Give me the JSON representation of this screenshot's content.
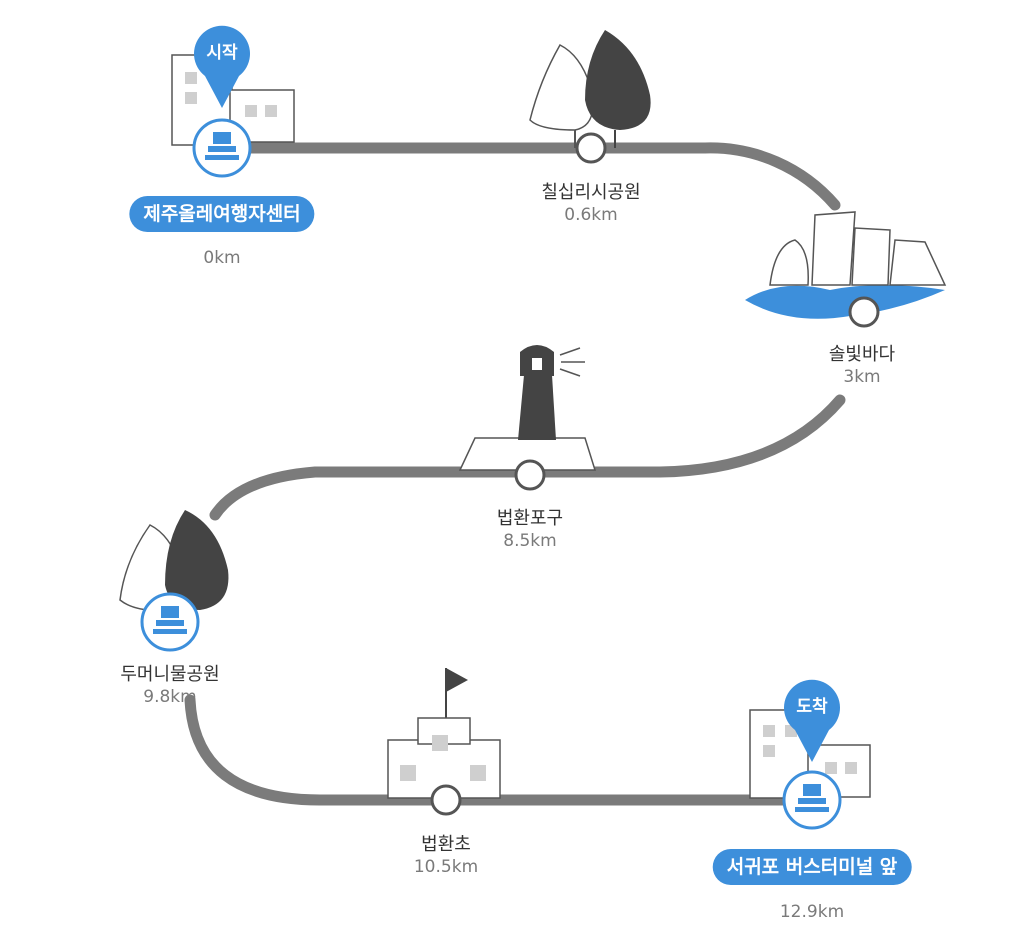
{
  "colors": {
    "accent": "#3d8fdb",
    "path": "#7b7b7b",
    "sea": "#3d8fdb",
    "dark_ink": "#444444"
  },
  "start_pin": {
    "label": "시작",
    "icon": "map-pin-icon"
  },
  "end_pin": {
    "label": "도착",
    "icon": "map-pin-icon"
  },
  "stops": [
    {
      "id": "jeju-olle-center",
      "name": "제주올레여행자센터",
      "distance": "0km",
      "type": "stamp",
      "highlight": true,
      "icon": "stamp-icon"
    },
    {
      "id": "chilsimni-park",
      "name": "칠십리시공원",
      "distance": "0.6km",
      "type": "waypoint",
      "icon": "tree-icon"
    },
    {
      "id": "solbit-bada",
      "name": "솔빛바다",
      "distance": "3km",
      "type": "waypoint",
      "icon": "sea-rocks-icon"
    },
    {
      "id": "beophwan-port",
      "name": "법환포구",
      "distance": "8.5km",
      "type": "waypoint",
      "icon": "lighthouse-icon"
    },
    {
      "id": "dumeoni-park",
      "name": "두머니물공원",
      "distance": "9.8km",
      "type": "stamp",
      "icon": "tree-icon"
    },
    {
      "id": "beophwan-school",
      "name": "법환초",
      "distance": "10.5km",
      "type": "waypoint",
      "icon": "school-icon"
    },
    {
      "id": "seogwipo-bus-terminal",
      "name": "서귀포 버스터미널 앞",
      "distance": "12.9km",
      "type": "stamp",
      "highlight": true,
      "icon": "stamp-icon"
    }
  ]
}
